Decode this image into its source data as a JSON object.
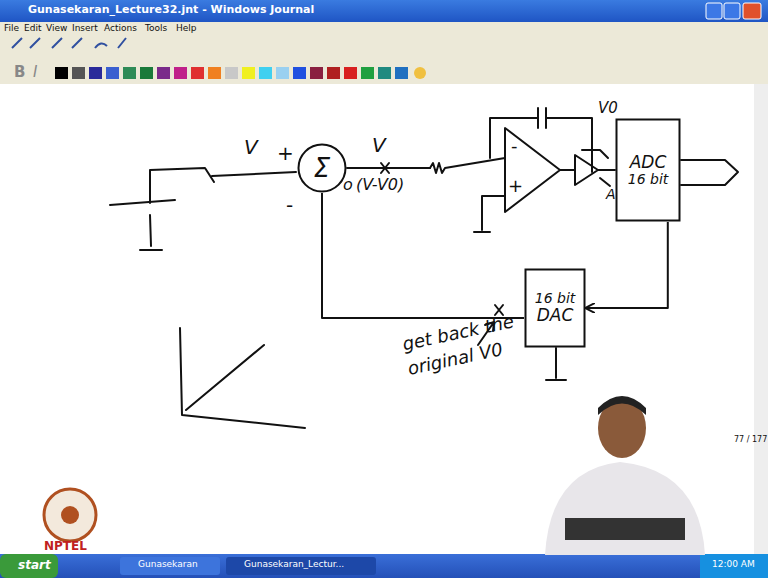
{
  "diagram": {
    "nodes": [
      {
        "text": [
          "Σ"
        ]
      },
      {
        "text": [
          "ADC",
          "16 bit"
        ]
      },
      {
        "text": [
          "16 bit",
          "DAC"
        ]
      }
    ],
    "edges": [
      {
        "from": 1,
        "to": 2,
        "arrow": "to"
      },
      {
        "from": 2,
        "to": 0,
        "arrow": "none"
      }
    ],
    "labels": [
      "Gunasekaran_Lecture32.jnt - Windows Journal",
      "File",
      "Edit",
      "View",
      "Insert",
      "Actions",
      "Tools",
      "Help",
      "B",
      "I",
      "V",
      "+",
      "-",
      "V",
      "o",
      "(V-V0)",
      "-",
      "+",
      "V0",
      "A",
      "get back the original V0",
      "77 / 177",
      "start",
      "Gunasekaran",
      "Gunasekaran_Lectur...",
      "12:00 AM",
      "NPTEL"
    ]
  }
}
